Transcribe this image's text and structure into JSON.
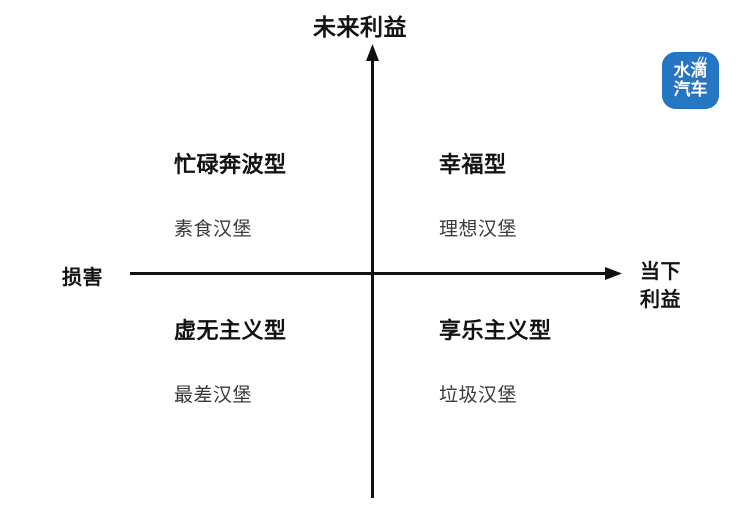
{
  "diagram": {
    "type": "2x2-quadrant-matrix",
    "background_color": "#ffffff",
    "axis_color": "#111111",
    "axes": {
      "vertical_top_label": "未来利益",
      "horizontal_left_label": "损害",
      "horizontal_right_label_line1": "当下",
      "horizontal_right_label_line2": "利益"
    },
    "quadrants": [
      {
        "position": "top-left",
        "title": "忙碌奔波型",
        "subtitle": "素食汉堡"
      },
      {
        "position": "top-right",
        "title": "幸福型",
        "subtitle": "理想汉堡"
      },
      {
        "position": "bottom-left",
        "title": "虚无主义型",
        "subtitle": "最差汉堡"
      },
      {
        "position": "bottom-right",
        "title": "享乐主义型",
        "subtitle": "垃圾汉堡"
      }
    ]
  },
  "logo": {
    "line1": "水滴",
    "line2": "汽车",
    "background_color": "#2577c4",
    "text_color": "#ffffff",
    "icon": "water-drop-spark-icon"
  }
}
